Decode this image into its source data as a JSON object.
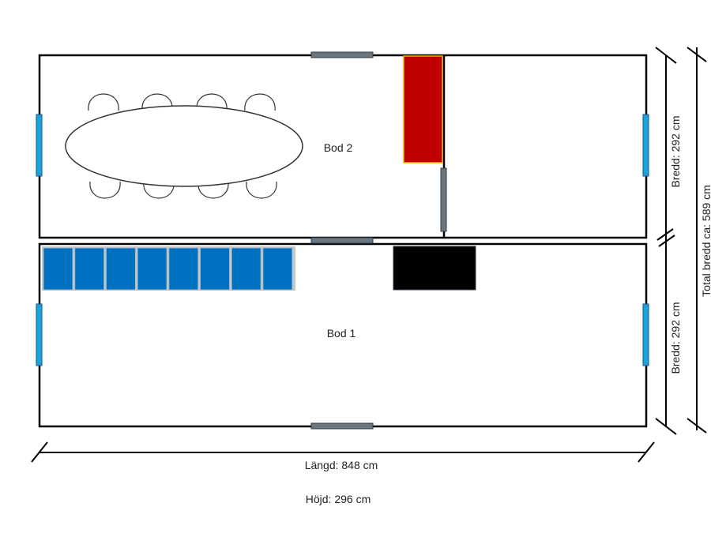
{
  "rooms": {
    "bod2": "Bod 2",
    "bod1": "Bod 1"
  },
  "dimensions": {
    "width_top": "Bredd: 292 cm",
    "width_bottom": "Bredd: 292 cm",
    "total_width": "Total bredd ca: 589 cm",
    "length": "Längd: 848 cm",
    "height": "Höjd: 296 cm"
  },
  "colors": {
    "window": "#1aa3dc",
    "door": "#6b7780",
    "heater": "#c00000",
    "cabinet": "#0070c0",
    "black_box": "#000000"
  }
}
